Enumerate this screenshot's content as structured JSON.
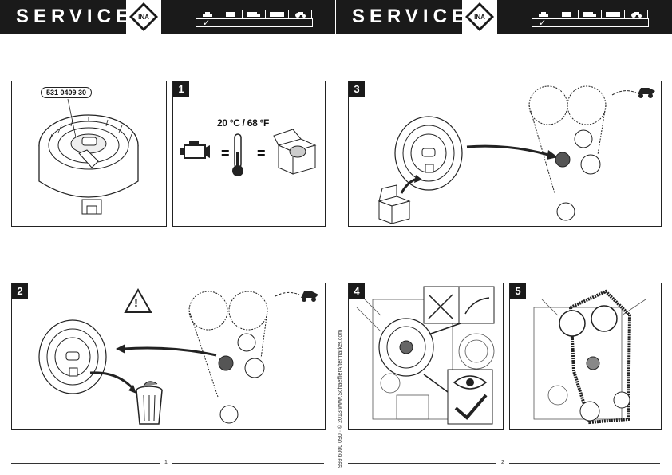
{
  "header": {
    "left_title": "SERVICE",
    "right_title": "SERVICE",
    "logo_text": "INA",
    "vehicle_icons": [
      "car-icon",
      "van-icon",
      "truck-icon",
      "bus-icon",
      "tractor-icon"
    ],
    "check_symbol": "✓"
  },
  "panels": {
    "part": {
      "part_number": "531 0409 30"
    },
    "step1": {
      "badge": "1",
      "temperature": "20 °C / 68 °F",
      "symbol": "="
    },
    "step2": {
      "badge": "2",
      "warning": "!"
    },
    "step3": {
      "badge": "3"
    },
    "step4": {
      "badge": "4"
    },
    "step5": {
      "badge": "5"
    }
  },
  "sidebar": {
    "vertical_text": "999 6000 090 · © 2013 www.SchaefflerAftermarket.com"
  },
  "footer": {
    "left_page": "1",
    "right_page": "2"
  },
  "colors": {
    "header_bg": "#1a1a1a",
    "line": "#222222",
    "paper": "#ffffff"
  }
}
